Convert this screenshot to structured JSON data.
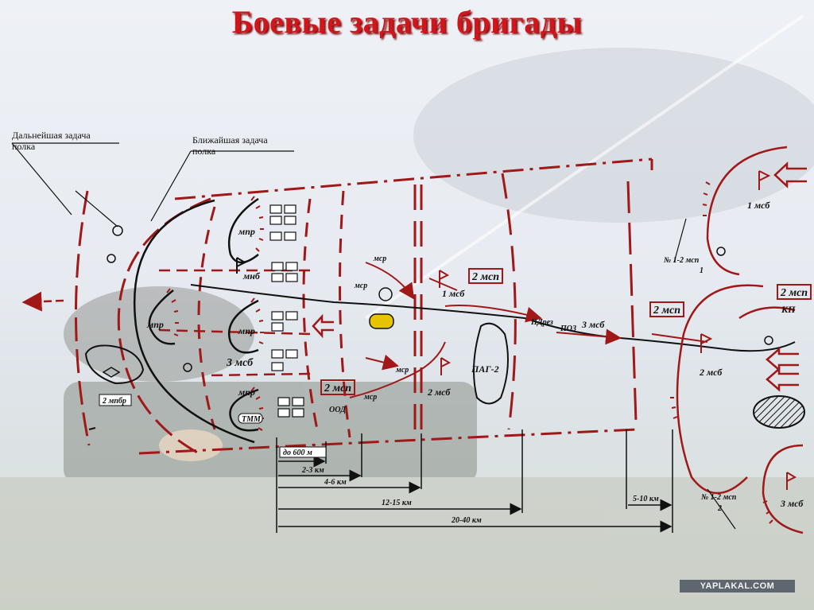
{
  "title": "Боевые задачи бригады",
  "watermark": "YAPLAKAL.COM",
  "task_labels": {
    "further_task_line1": "Дальнейшая задача",
    "further_task_line2": "полка",
    "near_task_line1": "Ближайшая задача",
    "near_task_line2": "полка"
  },
  "units": {
    "mpr": "мпр",
    "mnb": "мнб",
    "msb3": "3 мсб",
    "msb1": "1 мсб",
    "msb2_left": "2 мсб",
    "msb2_right": "2 мсб",
    "msb3_right": "3 мсб",
    "msb3_road": "3 мсб",
    "msb1_right": "1 мсб",
    "msp2": "2 мсп",
    "msp2_right": "2 мсп",
    "msp2_top_right": "2 мсп",
    "kp": "КП",
    "msr": "мср",
    "mpbr2": "2 мпбр",
    "pag2": "ПАГ-2",
    "pdrez": "ПДрез",
    "poz": "ПОЗ",
    "tmm": "ТММ",
    "ood": "ООД",
    "msp12_top": "№ 1-2 мсп",
    "msp12_top_sub": "1",
    "msp12_bottom": "№ 1-2 мсп",
    "msp12_bottom_sub": "2"
  },
  "distances": [
    "до 600 м",
    "2-3 км",
    "4-6 км",
    "12-15 км",
    "20-40 км",
    "5-10 км"
  ]
}
